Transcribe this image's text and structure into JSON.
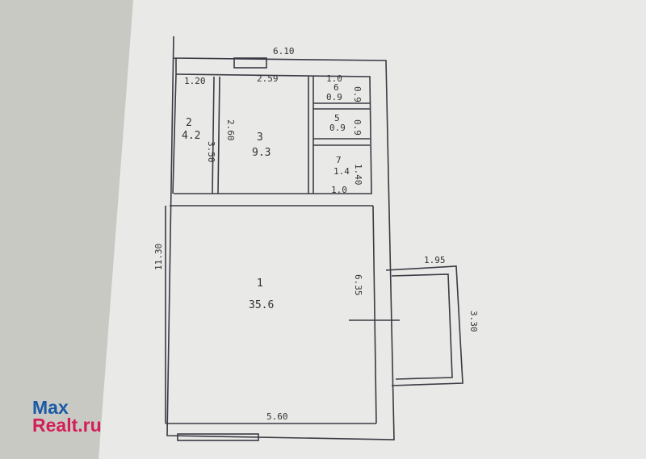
{
  "plan": {
    "dimensions": {
      "top_width": "6.10",
      "left_height": "11.30",
      "bottom_width": "5.60",
      "room2_top": "1.20",
      "room3_top": "2.59",
      "room2_height": "3.50",
      "room3_height": "2.60",
      "main_right_height": "6.35",
      "annex_width": "1.95",
      "annex_height": "3.30",
      "room7_width": "1.0",
      "room7_height": "1.40",
      "room6_top": "1.0",
      "room6_side": "0.9",
      "room5_side": "0.9"
    },
    "rooms": [
      {
        "number": "1",
        "area": "35.6"
      },
      {
        "number": "2",
        "area": "4.2"
      },
      {
        "number": "3",
        "area": "9.3"
      },
      {
        "number": "5",
        "area": "0.9"
      },
      {
        "number": "6",
        "area": "0.9"
      },
      {
        "number": "7",
        "area": "1.4"
      }
    ]
  },
  "watermark": {
    "line1": "Max",
    "line2": "Realt.ru"
  }
}
